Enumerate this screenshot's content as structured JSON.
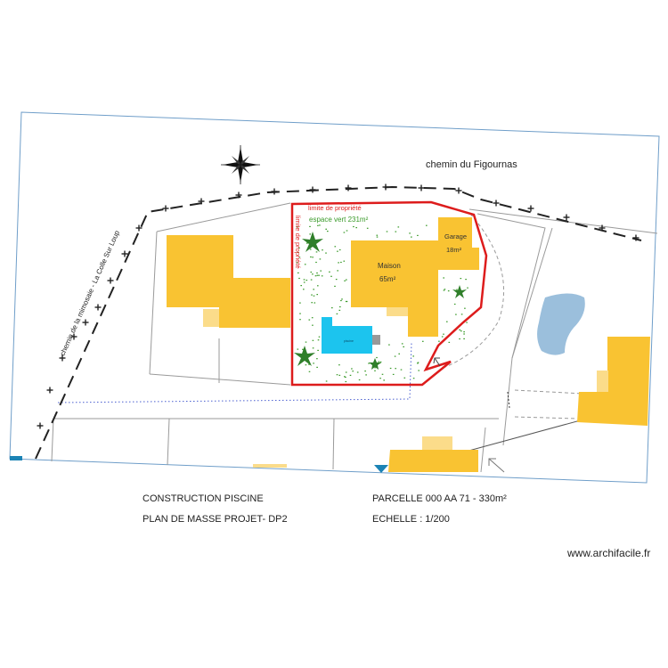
{
  "plan": {
    "street_north": "chemin du Figournas",
    "street_west": "chemin de la mimosaie - La Colle Sur Loup",
    "property_limit_label": "limite de propriété",
    "property_limit_vertical_label": "limite de propriété",
    "green_space_label": "espace vert 231m²",
    "house": {
      "name": "Maison",
      "area": "65m²"
    },
    "garage": {
      "name": "Garage",
      "area": "18m²"
    },
    "pool_label": "piscine",
    "colors": {
      "building": "#f9c332",
      "building_light": "#fbdc8a",
      "pool": "#1cc4ee",
      "pond": "#9bbfdc",
      "property_limit": "#dd1c1c",
      "green_space": "#3a9a2a",
      "road_line": "#333333",
      "frame": "#6f9ec9"
    },
    "icons": [
      "north-compass-icon",
      "tree-icon"
    ]
  },
  "captions": {
    "left_line1": "CONSTRUCTION PISCINE",
    "left_line2": "PLAN DE MASSE  PROJET-  DP2",
    "right_line1": "PARCELLE 000 AA 71 - 330m²",
    "right_line2": "ECHELLE : 1/200"
  },
  "watermark": "www.archifacile.fr"
}
